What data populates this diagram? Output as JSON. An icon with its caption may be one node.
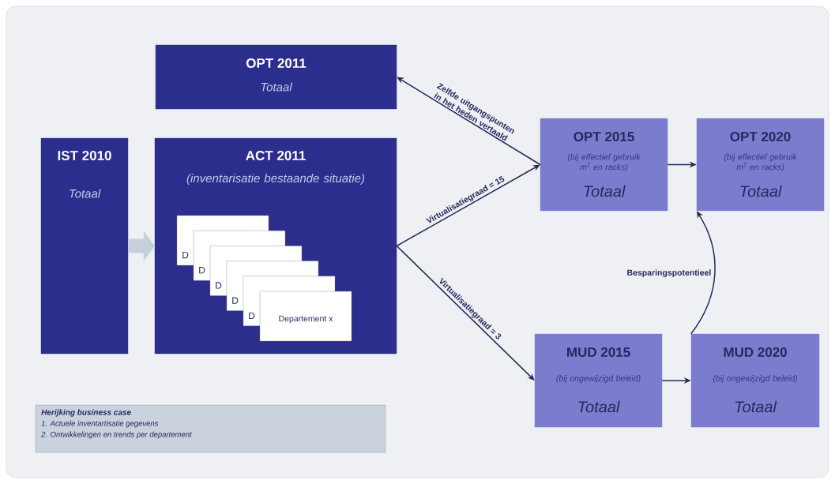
{
  "diagram": {
    "nodes": [
      {
        "text": [
          "OPT 2011",
          "Totaal"
        ]
      },
      {
        "text": [
          "IST 2010",
          "Totaal"
        ]
      },
      {
        "text": [
          "ACT 2011",
          "(inventarisatie bestaande situatie)"
        ]
      },
      {
        "text": [
          "D"
        ],
        "in": 2
      },
      {
        "text": [
          "D"
        ],
        "in": 2
      },
      {
        "text": [
          "D"
        ],
        "in": 2
      },
      {
        "text": [
          "D"
        ],
        "in": 2
      },
      {
        "text": [
          "D"
        ],
        "in": 2
      },
      {
        "text": [
          "Departement x"
        ],
        "in": 2
      },
      {
        "text": [
          "OPT 2015",
          "(bij effectief gebruik m$^{2}$ en racks)",
          "Totaal"
        ]
      },
      {
        "text": [
          "OPT 2020",
          "(bij effectief gebruik m$^{2}$ en racks)",
          "Totaal"
        ]
      },
      {
        "text": [
          "MUD 2015",
          "(bij ongewijzigd beleid)",
          "Totaal"
        ]
      },
      {
        "text": [
          "MUD 2020",
          "(bij ongewijzigd beleid)",
          "Totaal"
        ]
      },
      {
        "text": [
          "Herijking business case",
          "1. Actuele inventartisatie gegevens",
          "2. Ontwikkelingen en trends per departement"
        ]
      }
    ],
    "edges": [
      {
        "from": 1,
        "to": 2,
        "arrow": "to",
        "style": "thick",
        "color": "#c5d0dc"
      },
      {
        "from": 9,
        "to": 0,
        "arrow": "to",
        "label": "Zelfde uitgangspunten in het heden vertaald"
      },
      {
        "from": 2,
        "to": 9,
        "arrow": "to",
        "label": "Virtualisatiegraad = 15"
      },
      {
        "from": 2,
        "to": 11,
        "arrow": "to",
        "label": "Virtualisatiegraad = 3"
      },
      {
        "from": 9,
        "to": 10,
        "arrow": "to"
      },
      {
        "from": 11,
        "to": 12,
        "arrow": "to"
      },
      {
        "from": 12,
        "to": 10,
        "arrow": "to",
        "label": "Besparingspotentieel"
      }
    ]
  }
}
